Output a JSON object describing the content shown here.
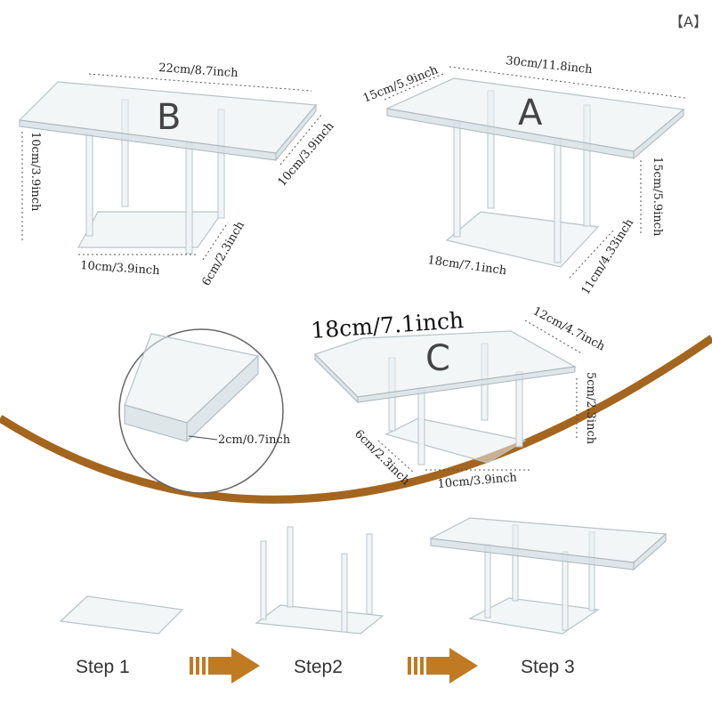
{
  "corner_tag": "【A】",
  "tables": {
    "B": {
      "letter": "B",
      "length": "22cm/8.7inch",
      "depth": "10cm/3.9inch",
      "height": "10cm/3.9inch",
      "base_width": "10cm/3.9inch",
      "base_depth": "6cm/2.3inch"
    },
    "A": {
      "letter": "A",
      "length": "30cm/11.8inch",
      "depth": "15cm/5.9inch",
      "height": "15cm/5.9inch",
      "base_width": "18cm/7.1inch",
      "base_depth": "11cm/4.33inch"
    },
    "C": {
      "letter": "C",
      "length": "18cm/7.1inch",
      "depth": "12cm/4.7inch",
      "height": "5cm/2.3inch",
      "base_width": "10cm/3.9inch",
      "base_depth": "6cm/2.3inch"
    }
  },
  "detail": {
    "thickness": "2cm/0.7inch"
  },
  "steps": [
    "Step 1",
    "Step2",
    "Step 3"
  ],
  "colors": {
    "accent_arc": "#a4651e",
    "arrow": "#c07a22"
  }
}
